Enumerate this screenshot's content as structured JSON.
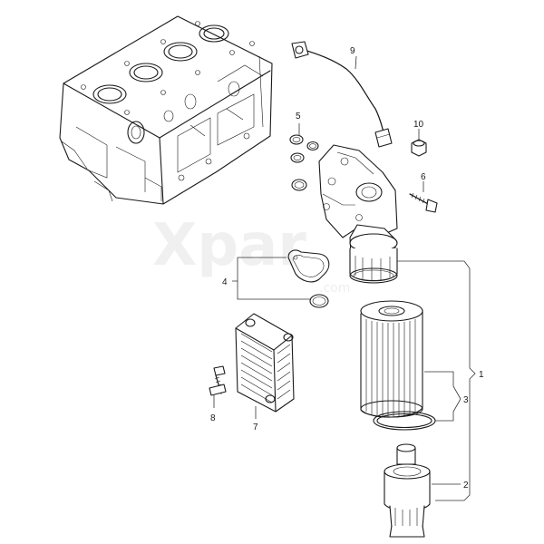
{
  "watermark": {
    "text": "Xpar",
    "subtext": ".com"
  },
  "callouts": {
    "c1": "1",
    "c2": "2",
    "c3": "3",
    "c4": "4",
    "c5": "5",
    "c6": "6",
    "c7": "7",
    "c8": "8",
    "c9": "9",
    "c10": "10"
  }
}
